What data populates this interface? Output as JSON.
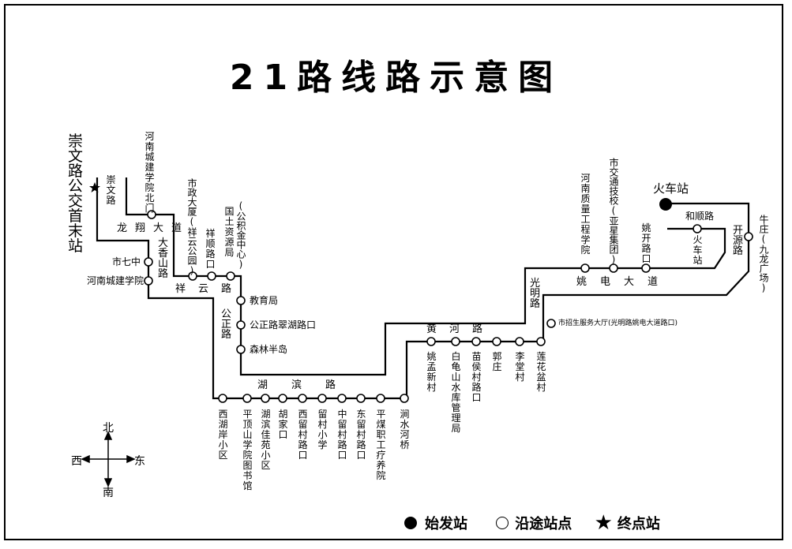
{
  "title": "21路线路示意图",
  "terminal_side_label": "崇文路公交首末站",
  "stops": {
    "chongwen": "崇文路",
    "henan_north": "河南城建学院北门",
    "shiqizhong": "市七中",
    "henan_cj": "河南城建学院",
    "shizheng": "市政大厦(祥云公园)",
    "xiangshun": "祥顺路口",
    "guotu": "国土资源局",
    "gongjijin": "(公积金中心)",
    "jiaoyuju": "教育局",
    "gongzheng_cuihu": "公正路翠湖路口",
    "senlin": "森林半岛",
    "xihu": "西湖岸小区",
    "pdsxy": "平顶山学院图书馆",
    "hubin": "湖滨佳苑小区",
    "hujia": "胡家口",
    "xiliu": "西留村路口",
    "liucun": "留村小学",
    "zhongliu": "中留村路口",
    "dongliu": "东留村路口",
    "pingmei": "平煤职工疗养院",
    "jianshui": "涧水河桥",
    "yaomeng": "姚孟新村",
    "baigui": "白龟山水库管理局",
    "miaohou": "苗侯村路口",
    "guozhuang": "郭庄",
    "litang": "李堂村",
    "lianhua": "莲花盆村",
    "zhaoshang": "市招生服务大厅(光明路姚电大道路口)",
    "henan_zl": "河南质量工程学院",
    "jiaotong": "市交通技校(亚星集团)",
    "yaokai": "姚开路口",
    "huochezhan_v": "火车站",
    "niuzhuang": "牛庄(九龙广场)",
    "huochezhan": "火车站"
  },
  "roads": {
    "longxiang": "龙翔大道",
    "daxiangshan": "大香山路",
    "xiangyun": "祥云路",
    "gongzheng": "公正路",
    "hubin": "湖滨路",
    "huanghe": "黄河路",
    "guangming": "光明路",
    "yaodian": "姚电大道",
    "heshun": "和顺路",
    "kaiyuan": "开源路"
  },
  "compass": {
    "north": "北",
    "south": "南",
    "west": "西",
    "east": "东"
  },
  "legend": {
    "start": "始发站",
    "stop": "沿途站点",
    "end": "终点站"
  }
}
